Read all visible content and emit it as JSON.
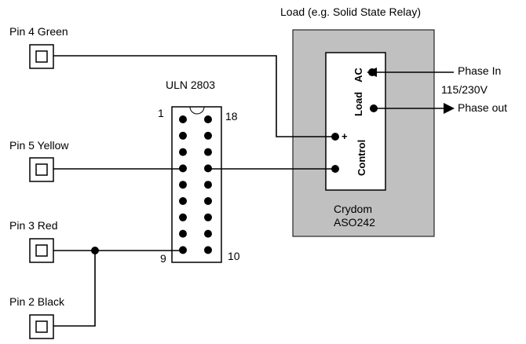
{
  "colors": {
    "background": "#ffffff",
    "line": "#000000",
    "relay_fill": "#c0c0c0",
    "module_fill": "#ffffff"
  },
  "header": {
    "load_title": "Load (e.g. Solid State Relay)"
  },
  "pins": [
    {
      "label": "Pin 4 Green"
    },
    {
      "label": "Pin 5 Yellow"
    },
    {
      "label": "Pin 3 Red"
    },
    {
      "label": "Pin 2 Black"
    }
  ],
  "ic": {
    "name": "ULN 2803",
    "pin_top_left": "1",
    "pin_top_right": "18",
    "pin_bottom_left": "9",
    "pin_bottom_right": "10"
  },
  "relay": {
    "load_label": "Load",
    "ac_label": "AC",
    "control_label": "Control",
    "plus_label": "+",
    "minus_label": "-",
    "maker": "Crydom",
    "model": "ASO242"
  },
  "mains": {
    "phase_in": "Phase In",
    "voltage": "115/230V",
    "phase_out": "Phase out"
  }
}
